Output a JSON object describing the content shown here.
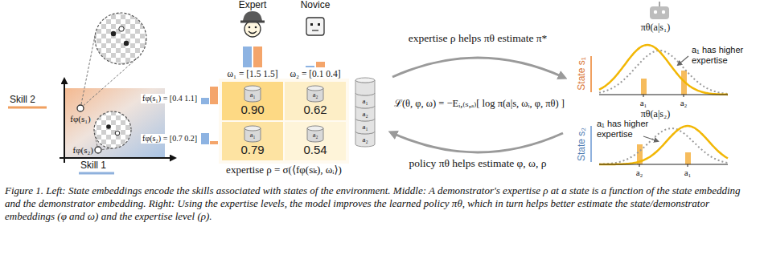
{
  "diagram": {
    "caption": "Figure 1. Left: State embeddings encode the skills associated with states of the environment. Middle: A demonstrator's expertise ρ at a state is a function of the state embedding and the demonstrator embedding. Right: Using the expertise levels, the model improves the learned policy πθ, which in turn helps better estimate the state/demonstrator embeddings (φ and ω) and the expertise level (ρ).",
    "nodes": [
      {
        "text": [
          "a₁",
          "0.90"
        ]
      },
      {
        "text": [
          "a₂",
          "0.62"
        ]
      },
      {
        "text": [
          "a₁",
          "0.79"
        ]
      },
      {
        "text": [
          "a₂",
          "0.54"
        ]
      }
    ],
    "labels": [
      "Expert",
      "Novice",
      "ω₁ = [1.5 1.5]",
      "ω₂ = [0.1 0.4]",
      "Skill 2",
      "fφ(s₁)",
      "fφ(s₁) = [0.4 1.1]",
      "fφ(s₂)",
      "fφ(s₂) = [0.7 0.2]",
      "Skill 1",
      "expertise ρ = σ(⟨fφ(sₖ), ωᵢ⟩)",
      "a₁",
      "a₂",
      "a₁",
      "a₂",
      "expertise ρ helps πθ estimate π*",
      "ℒ(θ, φ, ω) = −Eᵢ,₍ₛ,ₐ₎[ log π(a|s, ωᵢ, φ, πθ) ]",
      "policy πθ helps estimate φ, ω, ρ",
      "State s₁",
      "πθ(a|s₁)",
      "a₁ has higher expertise",
      "a₁",
      "a₂",
      "State s₂",
      "πθ(a|s₂)",
      "a₁ has higher expertise",
      "a₂",
      "a₁"
    ]
  }
}
